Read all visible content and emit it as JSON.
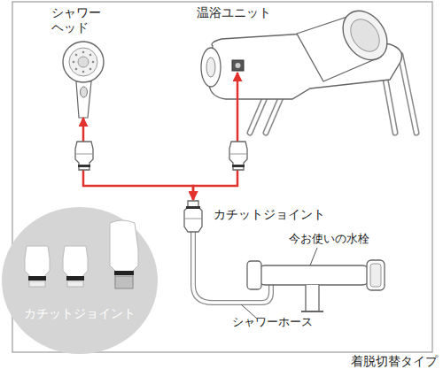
{
  "diagram": {
    "caption": "着脱切替タイプ",
    "nodes": [
      {
        "text": [
          "シャワー ヘッド"
        ]
      },
      {
        "text": [
          "温浴ユニット"
        ]
      },
      {
        "text": [
          "カチットジョイント"
        ]
      },
      {
        "text": [
          "カチットジョイント"
        ]
      }
    ],
    "edges": [
      {
        "from": 2,
        "to": 0,
        "arrow": "both"
      },
      {
        "from": 2,
        "to": 1,
        "arrow": "both"
      }
    ],
    "labels": [
      "今お使いの水栓",
      "シャワーホース"
    ]
  }
}
